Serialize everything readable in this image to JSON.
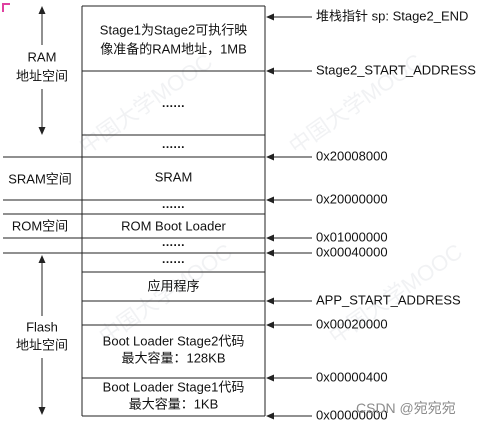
{
  "colors": {
    "corner_mark": "#e040a0",
    "line": "#222222",
    "text": "#111111"
  },
  "left": {
    "ram_title": "RAM",
    "ram_sub": "地址空间",
    "sram": "SRAM空间",
    "rom": "ROM空间",
    "flash_title": "Flash",
    "flash_sub": "地址空间"
  },
  "blocks": {
    "ram_stage2_line1": "Stage1为Stage2可执行映",
    "ram_stage2_line2": "像准备的RAM地址，1MB",
    "ram_gap": "......",
    "ram_sram_gap": "......",
    "sram": "SRAM",
    "sram_rom_gap": "......",
    "rom_boot_loader": "ROM Boot Loader",
    "rom_flash_gap": "......",
    "flash_gap": "......",
    "app": "应用程序",
    "stage2_line1": "Boot Loader Stage2代码",
    "stage2_line2": "最大容量：128KB",
    "stage1_line1": "Boot Loader Stage1代码",
    "stage1_line2": "最大容量：1KB"
  },
  "markers": [
    "堆栈指针 sp: Stage2_END",
    "Stage2_START_ADDRESS",
    "0x20008000",
    "0x20000000",
    "0x01000000",
    "0x00040000",
    "APP_START_ADDRESS",
    "0x00020000",
    "0x00000400",
    "0x00000000"
  ],
  "watermarks": {
    "mooc": "中国大学MOOC",
    "csdn": "CSDN @宛宛宛"
  }
}
